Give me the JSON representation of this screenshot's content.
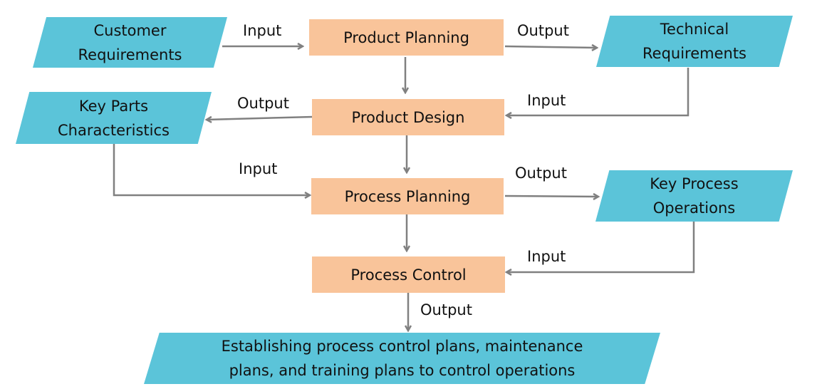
{
  "colors": {
    "data_shape_fill": "#5bc4d9",
    "process_box_fill": "#f9c49a",
    "arrow": "#808080"
  },
  "inputs_outputs": {
    "customer_requirements": "Customer\nRequirements",
    "technical_requirements": "Technical\nRequirements",
    "key_parts_characteristics": "Key Parts\nCharacteristics",
    "key_process_operations": "Key Process\nOperations",
    "final_output": "Establishing process control plans, maintenance\nplans, and training plans to control operations"
  },
  "stages": {
    "product_planning": "Product Planning",
    "product_design": "Product Design",
    "process_planning": "Process Planning",
    "process_control": "Process Control"
  },
  "labels": {
    "input_1": "Input",
    "output_1": "Output",
    "output_2": "Output",
    "input_2": "Input",
    "input_3": "Input",
    "output_3": "Output",
    "input_4": "Input",
    "output_4": "Output"
  }
}
